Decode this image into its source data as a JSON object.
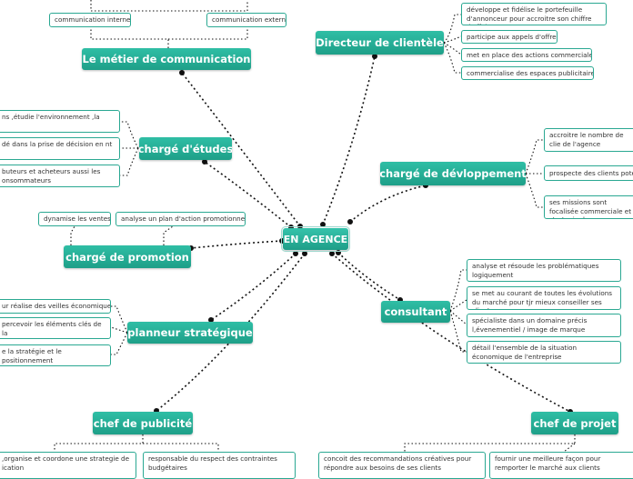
{
  "center": "EN AGENCE",
  "branches": {
    "metier": {
      "title": "Le métier de communication",
      "items": [
        "communication interne",
        "communication externe"
      ]
    },
    "directeur": {
      "title": "Directeur de clientèle",
      "items": [
        "développe et fidélise le portefeuille d'annonceur pour accroitre son chiffre d'affaire",
        "participe aux appels d'offre",
        "met en place des actions commerciales",
        "commercialise des espaces publicitaires"
      ]
    },
    "etudes": {
      "title": "chargé d'études",
      "items": [
        "ns ,étudie l'environnement ,la",
        "dé dans la prise de décision en nt",
        "buteurs et acheteurs aussi les onsommateurs"
      ]
    },
    "developpement": {
      "title": "chargé de dévloppement",
      "items": [
        "accroitre le nombre de clie de l'agence",
        "prospecte des clients poten",
        "ses missions sont focalisée commerciale et strategie de"
      ]
    },
    "promotion": {
      "title": "chargé de promotion",
      "items": [
        "dynamise les ventes",
        "analyse un plan d'action promotionnel"
      ]
    },
    "consultant": {
      "title": "consultant",
      "items": [
        "analyse et résoude les problématiques logiquement",
        "se met au courant de toutes les évolutions du marché pour tjr mieux conseiller ses clients.",
        "spécialiste dans un domaine précis l,évenementiel / image de marque",
        "détail l'ensemble de la situation économique de l'entreprise"
      ]
    },
    "planneur": {
      "title": "planneur stratégique",
      "items": [
        "ur réalise des veilles économiques",
        "percevoir les éléments clés de la",
        "e la stratégie et le positionnement"
      ]
    },
    "publicite": {
      "title": "chef de publicité",
      "items": [
        ",organise et coordone  une strategie de ication",
        "responsable du respect des contraintes budgétaires"
      ]
    },
    "projet": {
      "title": "chef de projet",
      "items": [
        "concoit des recommandations créatives pour répondre aux besoins de ses clients",
        "fournir une meilleure façon pour remporter le marché aux clients"
      ]
    }
  },
  "colors": {
    "node_fill": "#26b09a",
    "leaf_border": "#2aa892",
    "connector": "#111111"
  }
}
